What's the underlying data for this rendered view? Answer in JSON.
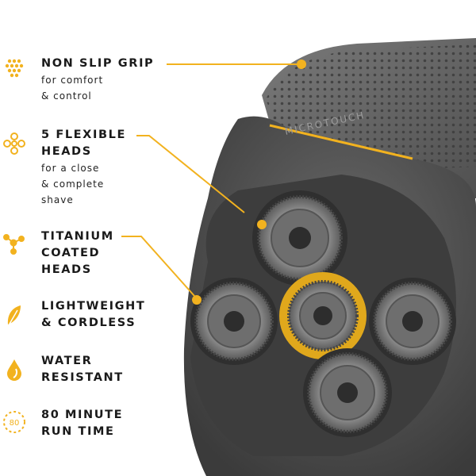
{
  "features": [
    {
      "title": "NON SLIP GRIP",
      "lines": [
        "for comfort",
        "& control"
      ],
      "icon": "dots-grid-icon"
    },
    {
      "title_lines": [
        "5 FLEXIBLE",
        "HEADS"
      ],
      "lines": [
        "for a close",
        "& complete",
        "shave"
      ],
      "icon": "flexible-heads-icon"
    },
    {
      "title_lines": [
        "TITANIUM",
        "COATED",
        "HEADS"
      ],
      "icon": "molecule-icon"
    },
    {
      "title_lines": [
        "LIGHTWEIGHT",
        "& CORDLESS"
      ],
      "icon": "feather-icon"
    },
    {
      "title_lines": [
        "WATER",
        "RESISTANT"
      ],
      "icon": "water-drop-icon"
    },
    {
      "title_lines": [
        "80 MINUTE",
        "RUN TIME"
      ],
      "icon": "sun-timer-icon",
      "icon_text": "80"
    }
  ],
  "product": {
    "brand_text": "MICROTOUCH"
  },
  "colors": {
    "accent": "#f2b21f",
    "text": "#1a1a1a",
    "body": "#4a4a4a"
  }
}
